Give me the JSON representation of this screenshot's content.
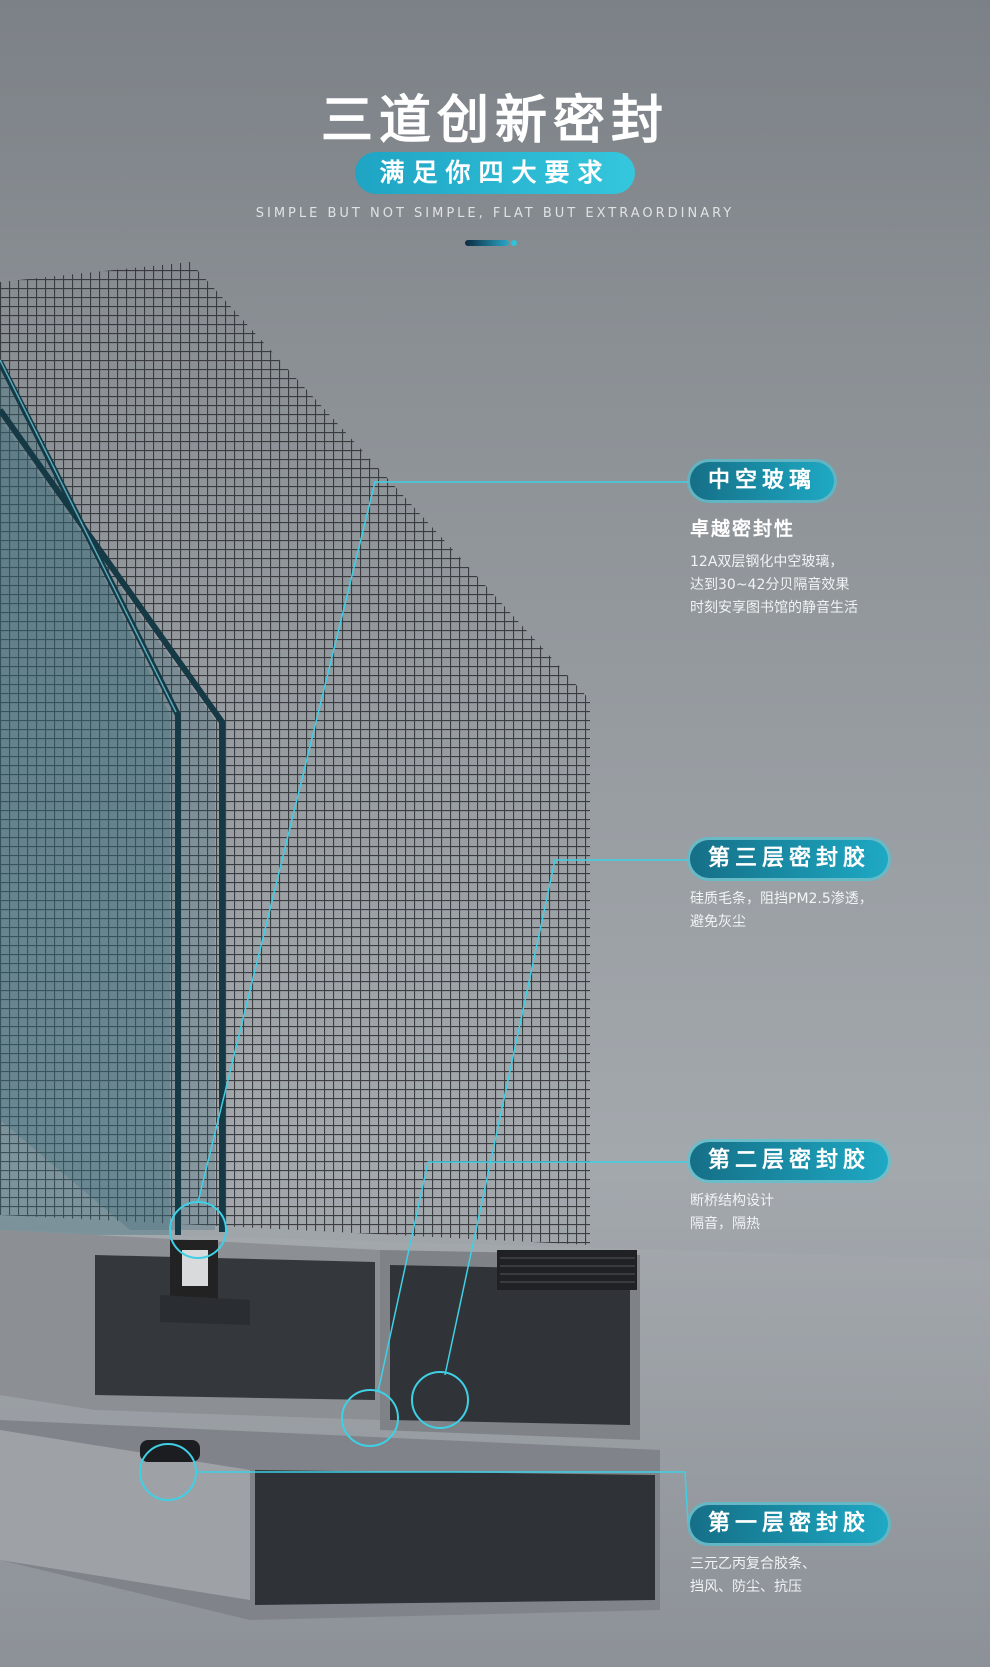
{
  "header": {
    "title": "三道创新密封",
    "subtitle": "满足你四大要求",
    "tagline": "SIMPLE BUT NOT SIMPLE, FLAT BUT EXTRAORDINARY"
  },
  "callouts": [
    {
      "label": "中空玻璃",
      "subtitle": "卓越密封性",
      "lines": [
        "12A双层钢化中空玻璃，",
        "达到30~42分贝隔音效果",
        "时刻安享图书馆的静音生活"
      ]
    },
    {
      "label": "第三层密封胶",
      "lines": [
        "硅质毛条，阻挡PM2.5渗透，",
        "避免灰尘"
      ]
    },
    {
      "label": "第二层密封胶",
      "lines": [
        "断桥结构设计",
        "隔音，隔热"
      ]
    },
    {
      "label": "第一层密封胶",
      "lines": [
        "三元乙丙复合胶条、",
        "挡风、防尘、抗压"
      ]
    }
  ],
  "colors": {
    "accent": "#1ea9c4",
    "accent_light": "#3ed0e4",
    "profile": "#3b3e42"
  }
}
